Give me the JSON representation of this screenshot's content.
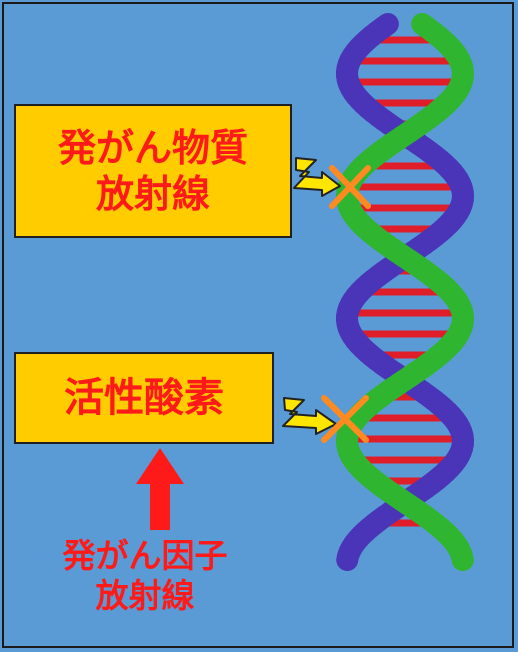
{
  "box_top": {
    "line1": "発がん物質",
    "line2": "放射線"
  },
  "box_mid": {
    "line1": "活性酸素"
  },
  "cause": {
    "line1": "発がん因子",
    "line2": "放射線"
  },
  "colors": {
    "background": "#5b9bd5",
    "box_fill": "#ffcc00",
    "text_red": "#ff1a1a",
    "helix_green": "#2fb52f",
    "helix_purple": "#4a35b8",
    "rung_red": "#e01e2a",
    "arrow_yellow": "#ffe600",
    "cross_orange": "#ff8a1f"
  },
  "icons": [
    "up-arrow-icon",
    "lightning-arrow-icon",
    "damage-cross-icon",
    "dna-helix"
  ]
}
